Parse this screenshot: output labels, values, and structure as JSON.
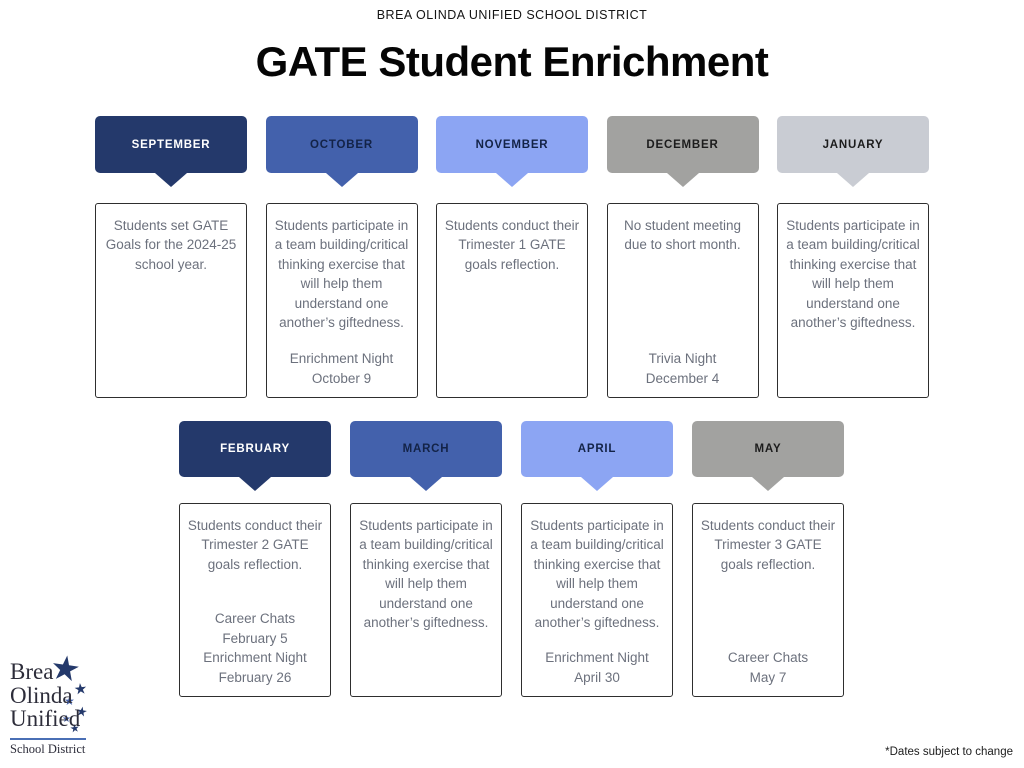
{
  "page": {
    "district_header": "BREA OLINDA UNIFIED SCHOOL DISTRICT",
    "title": "GATE Student Enrichment",
    "footnote": "*Dates subject to change"
  },
  "colors": {
    "navy": "#24396B",
    "blue": "#4361AC",
    "periwinkle": "#8CA5F3",
    "gray": "#A2A2A0",
    "light_gray": "#C9CCD3"
  },
  "logo": {
    "line1": "Brea",
    "line2": "Olinda",
    "line3": "Unified",
    "sub": "School District",
    "star_glyph": "★"
  },
  "months": [
    {
      "label": "SEPTEMBER",
      "tab_color": "#24396B",
      "label_color": "#FFFFFF",
      "description": "Students set GATE Goals for the 2024-25 school year.",
      "events": ""
    },
    {
      "label": "OCTOBER",
      "tab_color": "#4361AC",
      "label_color": "#132347",
      "description": "Students participate in a team building/critical thinking exercise that will help them understand one another’s giftedness.",
      "events": "Enrichment Night\nOctober 9"
    },
    {
      "label": "NOVEMBER",
      "tab_color": "#8CA5F3",
      "label_color": "#132347",
      "description": "Students conduct their Trimester 1 GATE goals reflection.",
      "events": ""
    },
    {
      "label": "DECEMBER",
      "tab_color": "#A2A2A0",
      "label_color": "#1C1C1C",
      "description": "No student meeting due to short month.",
      "events": "Trivia Night\nDecember 4"
    },
    {
      "label": "JANUARY",
      "tab_color": "#C9CCD3",
      "label_color": "#1C1C1C",
      "description": "Students participate in a team building/critical thinking exercise that will help them understand one another’s giftedness.",
      "events": ""
    },
    {
      "label": "FEBRUARY",
      "tab_color": "#24396B",
      "label_color": "#FFFFFF",
      "description": "Students conduct their Trimester 2 GATE goals reflection.",
      "events": "Career Chats\nFebruary 5\nEnrichment Night\nFebruary 26"
    },
    {
      "label": "MARCH",
      "tab_color": "#4361AC",
      "label_color": "#132347",
      "description": "Students participate in a team building/critical thinking exercise that will help them understand one another’s giftedness.",
      "events": ""
    },
    {
      "label": "APRIL",
      "tab_color": "#8CA5F3",
      "label_color": "#132347",
      "description": "Students participate in a team building/critical thinking exercise that will help them understand one another’s giftedness.",
      "events": "Enrichment Night\nApril 30"
    },
    {
      "label": "MAY",
      "tab_color": "#A2A2A0",
      "label_color": "#1C1C1C",
      "description": "Students conduct their Trimester 3 GATE goals reflection.",
      "events": "Career Chats\nMay 7"
    }
  ]
}
